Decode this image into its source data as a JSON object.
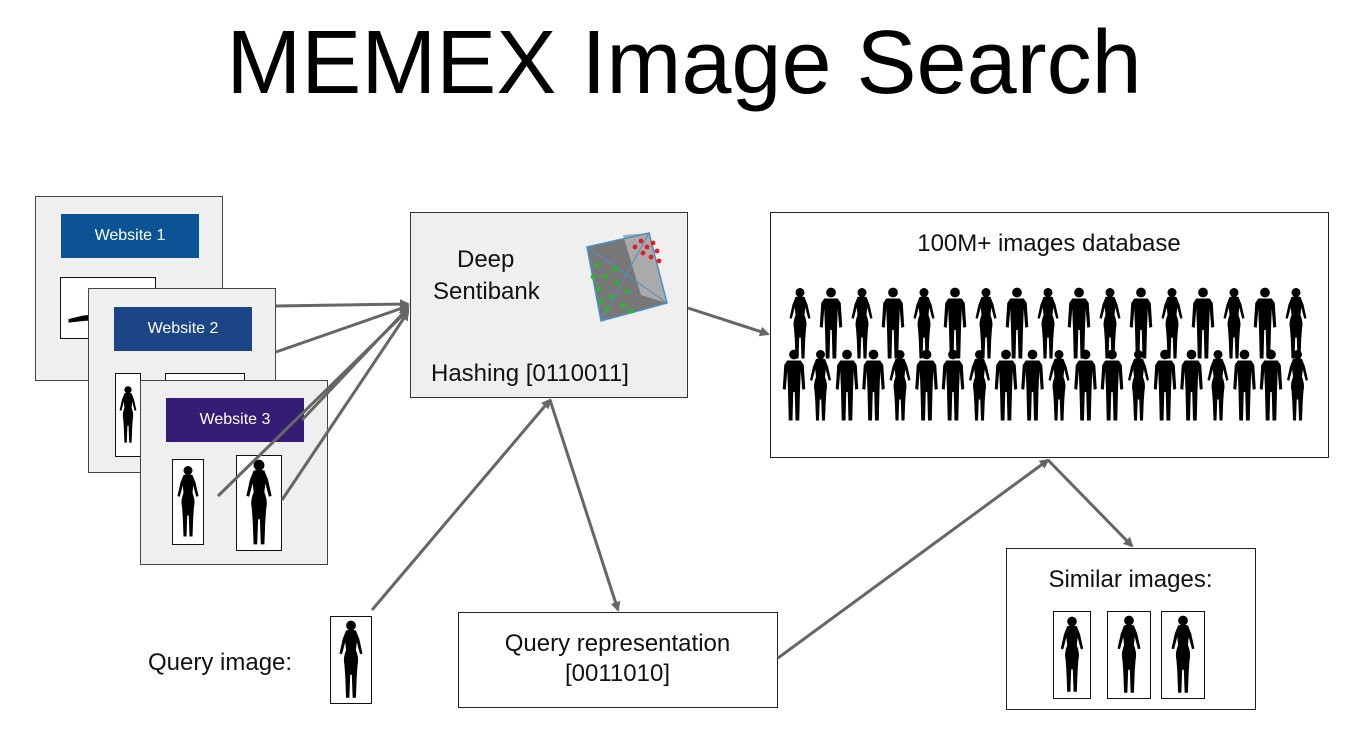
{
  "title": "MEMEX Image Search",
  "websites": [
    {
      "label": "Website 1",
      "color": "#0b5394"
    },
    {
      "label": "Website 2",
      "color": "#1c4587"
    },
    {
      "label": "Website 3",
      "color": "#351c75"
    }
  ],
  "hashing_box": {
    "line1": "Deep",
    "line2": "Sentibank",
    "hash_label": "Hashing [0110011]"
  },
  "database_box": {
    "title": "100M+ images database"
  },
  "query": {
    "label": "Query image:"
  },
  "query_repr": {
    "line1": "Query representation",
    "line2": "[0011010]"
  },
  "similar": {
    "title": "Similar images:"
  },
  "colors": {
    "arrow": "#666666",
    "silhouette": "#000000",
    "cube_gray": "#777777",
    "cube_red": "#e02020",
    "cube_green": "#22bb22"
  }
}
